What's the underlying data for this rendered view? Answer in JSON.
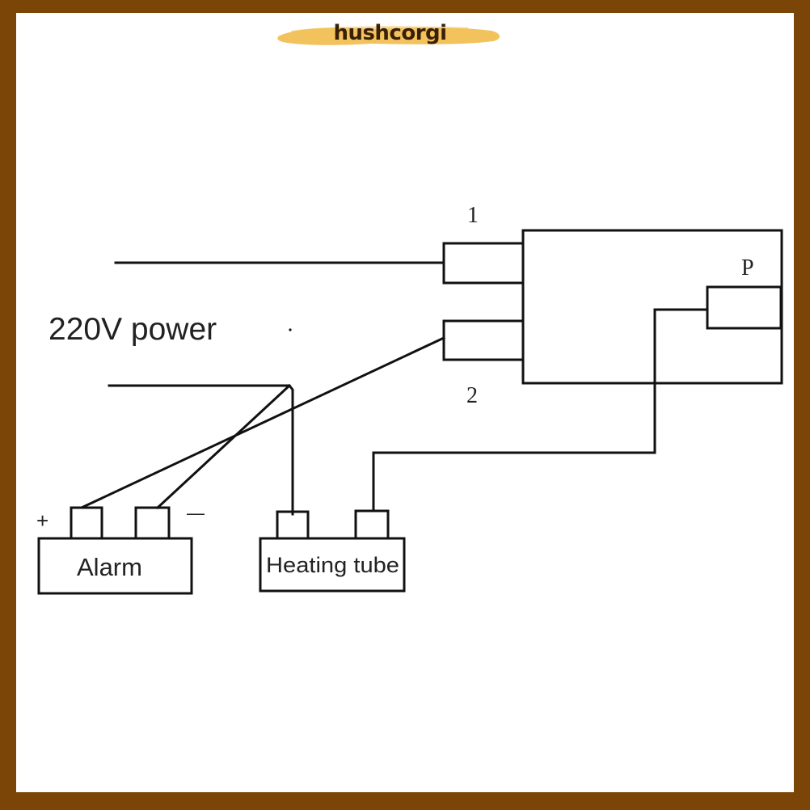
{
  "brand": {
    "logo_text": "hushcorgi"
  },
  "diagram": {
    "power_label": "220V power",
    "terminal_1_label": "1",
    "terminal_2_label": "2",
    "probe_label": "P",
    "alarm_label": "Alarm",
    "alarm_plus_label": "+",
    "alarm_minus_label": "—",
    "heater_label": "Heating tube"
  },
  "colors": {
    "frame_border": "#7a4506",
    "logo_brush": "#f2c25c",
    "logo_text": "#3a1f08",
    "line": "#111111",
    "label_text": "#222222"
  }
}
